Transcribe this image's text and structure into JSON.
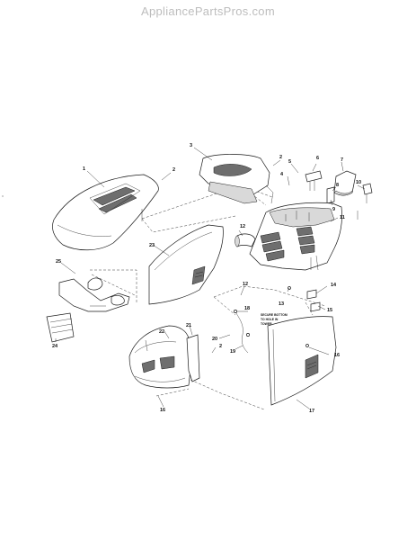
{
  "header": {
    "watermark": "AppliancePartsPros.com"
  },
  "diagram": {
    "callouts": [
      "1",
      "2",
      "3",
      "2",
      "5",
      "6",
      "7",
      "4",
      "8",
      "9",
      "10",
      "11",
      "12",
      "13",
      "23",
      "12",
      "25",
      "22",
      "21",
      "18",
      "20",
      "2",
      "19",
      "14",
      "15",
      "16",
      "16",
      "17",
      "24"
    ],
    "note": [
      "SECURE BOTTOM",
      "TO HOLE IN",
      "TOWER"
    ]
  }
}
